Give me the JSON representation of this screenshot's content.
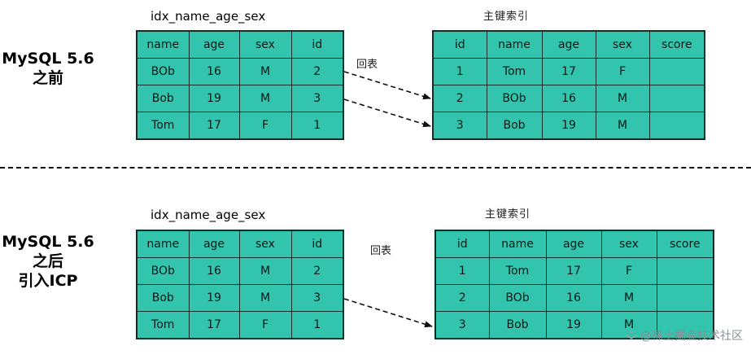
{
  "top": {
    "side_label_line1": "MySQL 5.6",
    "side_label_line2": "之前",
    "index_name": "idx_name_age_sex",
    "primary_key_name": "主键索引",
    "back_to_table_label": "回表",
    "index_table": {
      "headers": [
        "name",
        "age",
        "sex",
        "id"
      ],
      "rows": [
        [
          "BOb",
          "16",
          "M",
          "2"
        ],
        [
          "Bob",
          "19",
          "M",
          "3"
        ],
        [
          "Tom",
          "17",
          "F",
          "1"
        ]
      ]
    },
    "pk_table": {
      "headers": [
        "id",
        "name",
        "age",
        "sex",
        "score"
      ],
      "rows": [
        [
          "1",
          "Tom",
          "17",
          "F",
          ""
        ],
        [
          "2",
          "BOb",
          "16",
          "M",
          ""
        ],
        [
          "3",
          "Bob",
          "19",
          "M",
          ""
        ]
      ]
    }
  },
  "bottom": {
    "side_label_line1": "MySQL 5.6",
    "side_label_line2": "之后",
    "side_label_line3": "引入ICP",
    "index_name": "idx_name_age_sex",
    "primary_key_name": "主键索引",
    "back_to_table_label": "回表",
    "index_table": {
      "headers": [
        "name",
        "age",
        "sex",
        "id"
      ],
      "rows": [
        [
          "BOb",
          "16",
          "M",
          "2"
        ],
        [
          "Bob",
          "19",
          "M",
          "3"
        ],
        [
          "Tom",
          "17",
          "F",
          "1"
        ]
      ]
    },
    "pk_table": {
      "headers": [
        "id",
        "name",
        "age",
        "sex",
        "score"
      ],
      "rows": [
        [
          "1",
          "Tom",
          "17",
          "F",
          ""
        ],
        [
          "2",
          "BOb",
          "16",
          "M",
          ""
        ],
        [
          "3",
          "Bob",
          "19",
          "M",
          ""
        ]
      ]
    }
  },
  "watermark": {
    "text": "@稀土掘金技术社区"
  },
  "colors": {
    "cell_fill": "#33c4ad",
    "cell_border": "#0b2f2a",
    "arrow": "#111111"
  }
}
